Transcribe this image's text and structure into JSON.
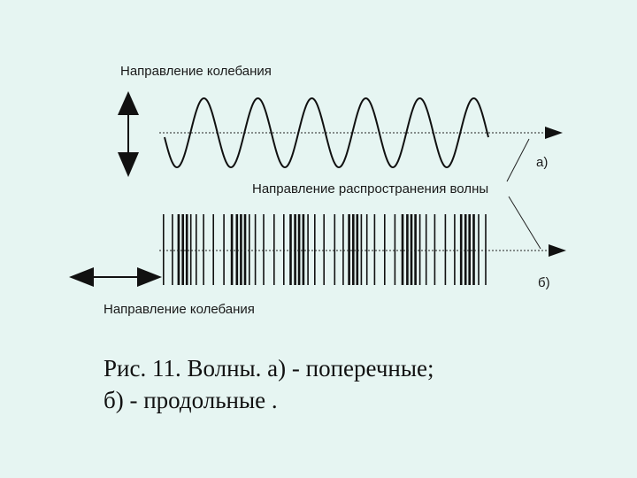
{
  "labels": {
    "oscillation_top": "Направление колебания",
    "propagation": "Направление распространения волны",
    "oscillation_bottom": "Направление колебания",
    "marker_a": "а)",
    "marker_b": "б)"
  },
  "caption": {
    "line1": "Рис. 11. Волны. а) - поперечные;",
    "line2": "б) - продольные ."
  },
  "colors": {
    "background": "#e6f5f2",
    "ink": "#111111"
  }
}
